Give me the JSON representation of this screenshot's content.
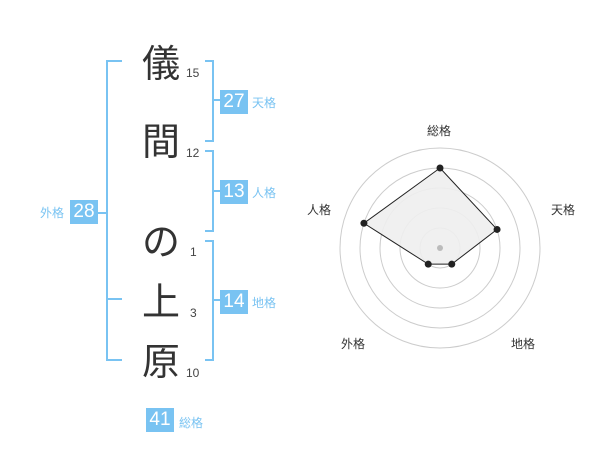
{
  "name_chars": [
    {
      "char": "儀",
      "strokes": "15"
    },
    {
      "char": "間",
      "strokes": "12"
    },
    {
      "char": "の",
      "strokes": "1"
    },
    {
      "char": "上",
      "strokes": "3"
    },
    {
      "char": "原",
      "strokes": "10"
    }
  ],
  "kakusu": {
    "tenkaku": {
      "value": "27",
      "label": "天格"
    },
    "jinkaku": {
      "value": "13",
      "label": "人格"
    },
    "chikaku": {
      "value": "14",
      "label": "地格"
    },
    "gaikaku": {
      "value": "28",
      "label": "外格"
    },
    "soukaku": {
      "value": "41",
      "label": "総格"
    }
  },
  "colors": {
    "accent": "#79c3f2",
    "text": "#333333",
    "ring": "#cccccc",
    "fill": "#eeeeee"
  },
  "chart_data": {
    "type": "radar",
    "axes": [
      "総格",
      "天格",
      "地格",
      "外格",
      "人格"
    ],
    "values": [
      4,
      3,
      1,
      1,
      4
    ],
    "max": 5,
    "rings": 5
  }
}
